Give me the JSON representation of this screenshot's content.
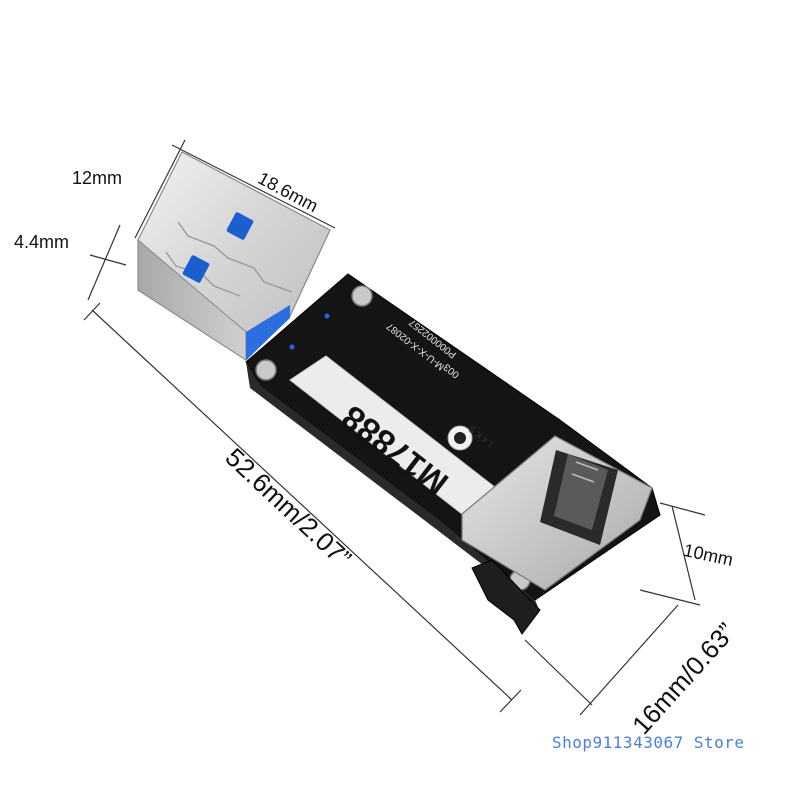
{
  "dimensions": {
    "plug_height": "12mm",
    "plug_length": "18.6mm",
    "plug_thickness": "4.4mm",
    "total_length": "52.6mm/2.07”",
    "width": "16mm/0.63”",
    "body_thickness": "10mm"
  },
  "product": {
    "label": "M17888",
    "pcb_text": [
      "003",
      "M-U-X-X-02087",
      "P000002257"
    ],
    "chip_text": "1.4 K S"
  },
  "watermark": "Shop911343067 Store",
  "colors": {
    "usb_blue": "#1a5fd0",
    "pcb": "#111111",
    "metal": "#d8d8d8",
    "watermark": "#4a7fe0"
  }
}
